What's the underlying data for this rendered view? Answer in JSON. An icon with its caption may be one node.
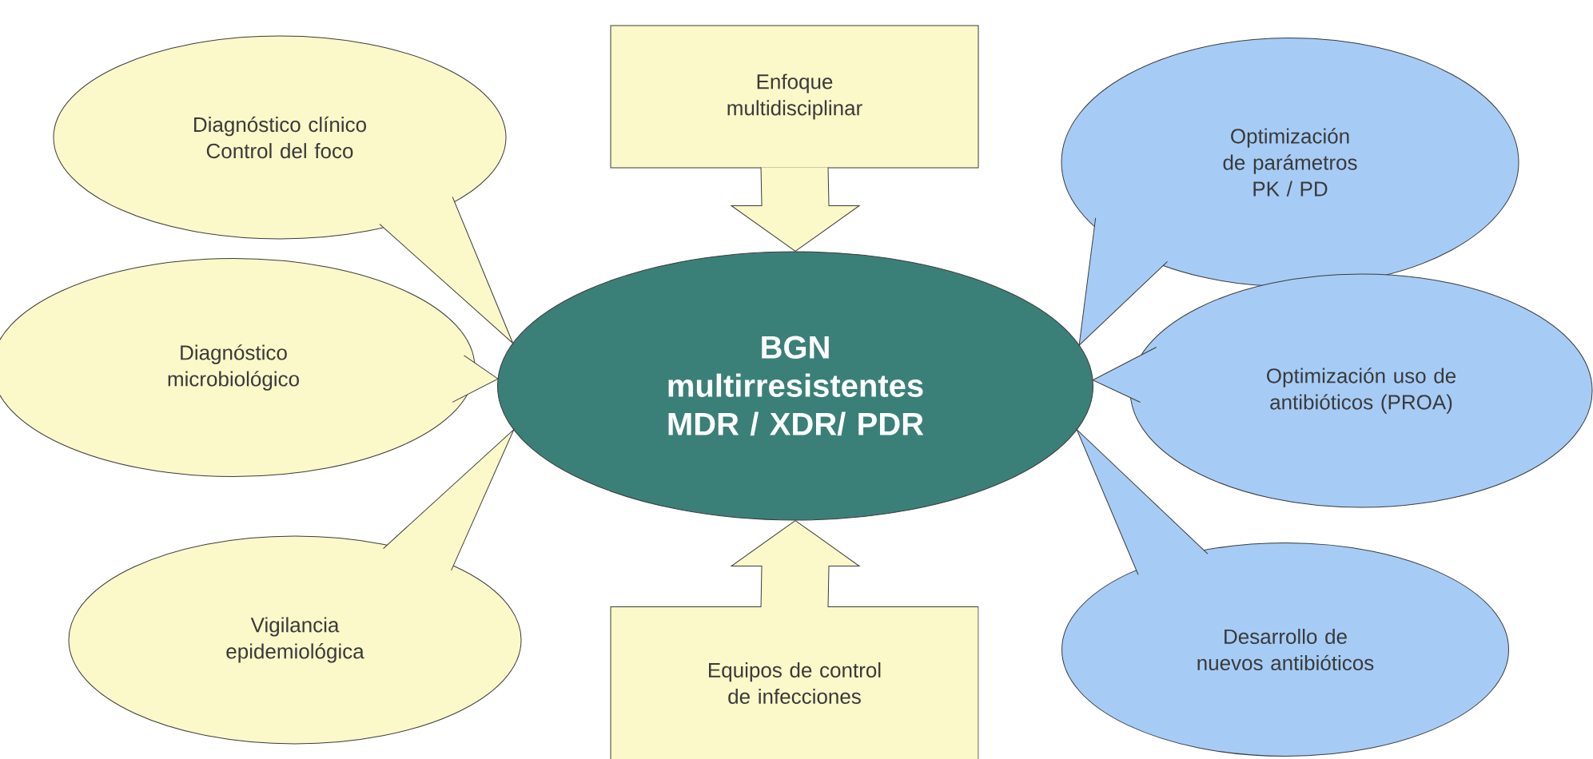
{
  "diagram": {
    "nodes": [
      {
        "text": [
          "BGN multirresistentes MDR / XDR/ PDR"
        ]
      },
      {
        "text": [
          "Diagnóstico clínico Control del foco"
        ]
      },
      {
        "text": [
          "Diagnóstico microbiológico"
        ]
      },
      {
        "text": [
          "Vigilancia epidemiológica"
        ]
      },
      {
        "text": [
          "Enfoque multidisciplinar"
        ]
      },
      {
        "text": [
          "Optimización de parámetros PK / PD"
        ]
      },
      {
        "text": [
          "Optimización uso de antibióticos (PROA)"
        ]
      },
      {
        "text": [
          "Equipos de control de infecciones"
        ]
      },
      {
        "text": [
          "Desarrollo de nuevos antibióticos"
        ]
      }
    ],
    "edges": [
      {
        "from": 4,
        "to": 0,
        "arrow": "to"
      },
      {
        "from": 7,
        "to": 0,
        "arrow": "to"
      }
    ]
  }
}
